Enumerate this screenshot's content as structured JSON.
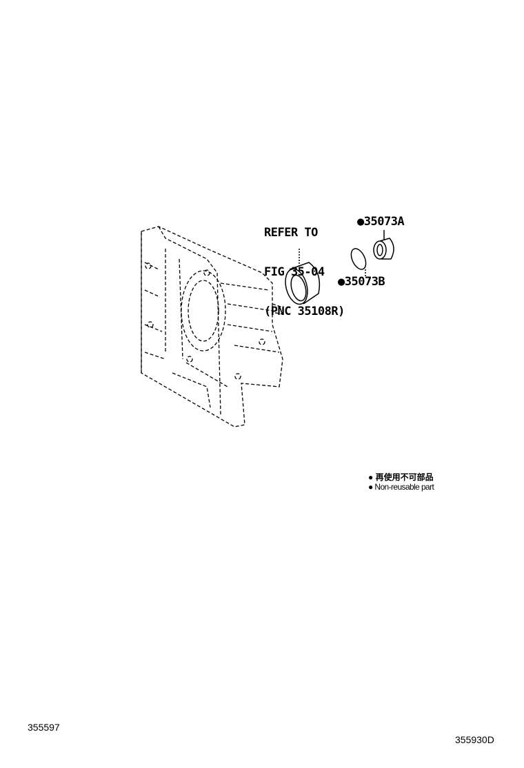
{
  "callouts": {
    "refer_line1": "REFER TO",
    "refer_line2": "FIG 35-04",
    "refer_line3": "(PNC 35108R)",
    "part_a": "35073A",
    "part_b": "35073B"
  },
  "legend": {
    "symbol": "●",
    "japanese": "再使用不可部品",
    "english": "Non-reusable part"
  },
  "footer": {
    "left_code": "355597",
    "right_code": "355930D"
  }
}
